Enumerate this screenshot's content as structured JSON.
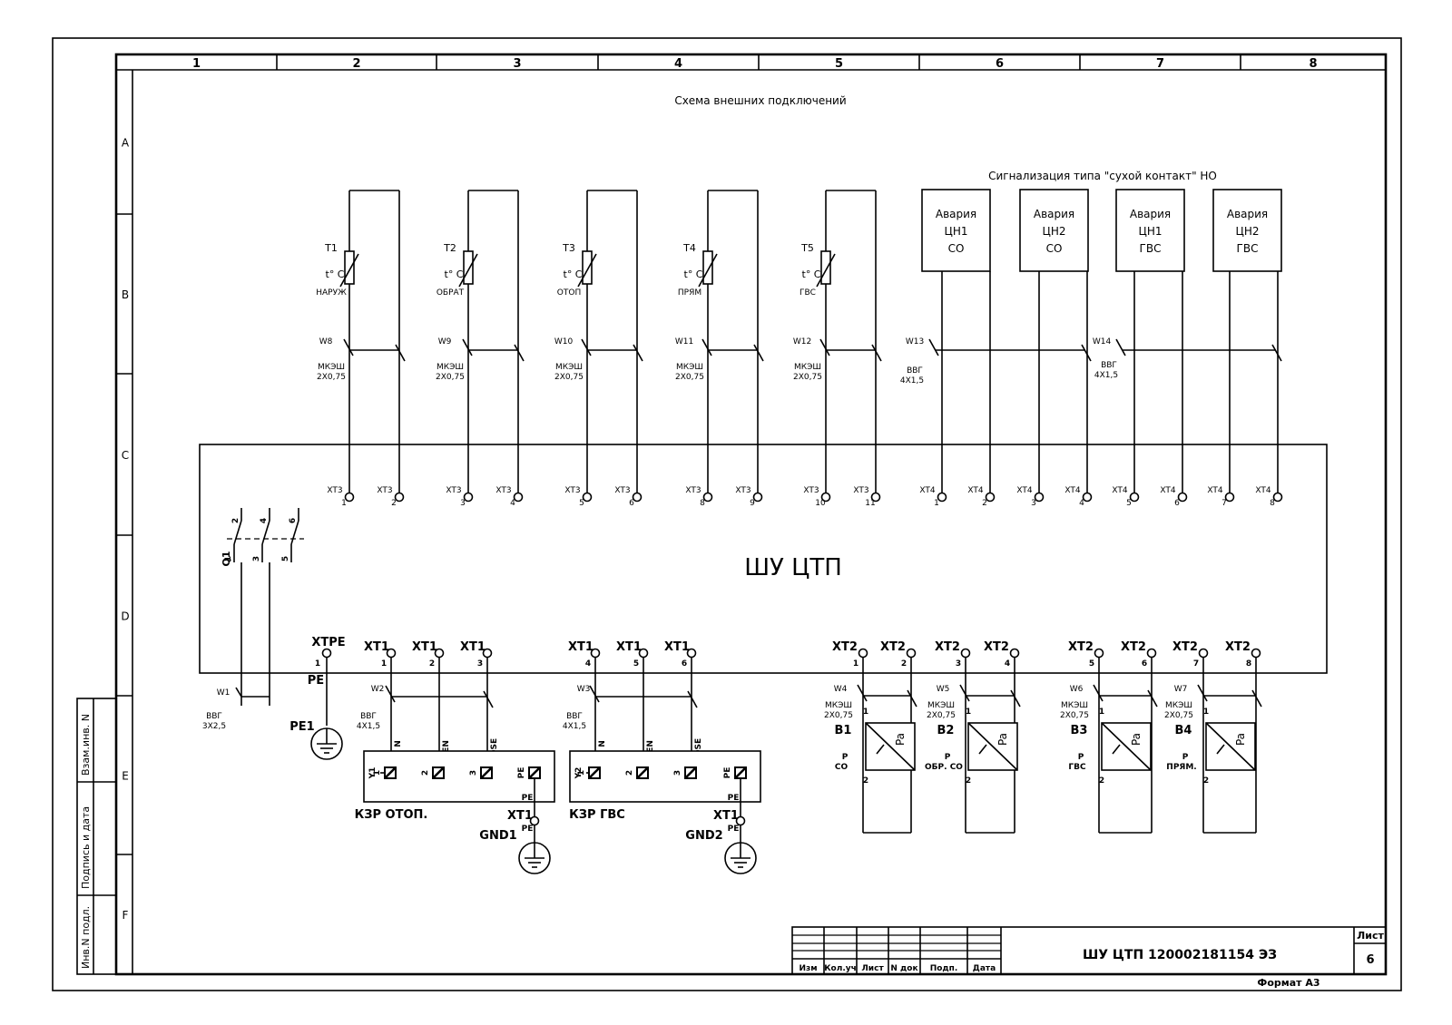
{
  "title": "Схема внешних подключений",
  "cabinet_label": "ШУ ЦТП",
  "signal_caption": "Сигнализация типа \"сухой контакт\" НО",
  "columns": [
    "1",
    "2",
    "3",
    "4",
    "5",
    "6",
    "7",
    "8"
  ],
  "rows": [
    "A",
    "B",
    "C",
    "D",
    "E",
    "F"
  ],
  "sensors": [
    {
      "id": "T1",
      "sym": "t° C",
      "name": "НАРУЖ",
      "cable": "W8",
      "type": "МКЭШ",
      "cores": "2X0,75",
      "terms": [
        {
          "tag": "XT3",
          "num": "1"
        },
        {
          "tag": "XT3",
          "num": "2"
        }
      ]
    },
    {
      "id": "T2",
      "sym": "t° C",
      "name": "ОБРАТ",
      "cable": "W9",
      "type": "МКЭШ",
      "cores": "2X0,75",
      "terms": [
        {
          "tag": "XT3",
          "num": "3"
        },
        {
          "tag": "XT3",
          "num": "4"
        }
      ]
    },
    {
      "id": "T3",
      "sym": "t° C",
      "name": "ОТОП",
      "cable": "W10",
      "type": "МКЭШ",
      "cores": "2X0,75",
      "terms": [
        {
          "tag": "XT3",
          "num": "5"
        },
        {
          "tag": "XT3",
          "num": "6"
        }
      ]
    },
    {
      "id": "T4",
      "sym": "t° C",
      "name": "ПРЯМ",
      "cable": "W11",
      "type": "МКЭШ",
      "cores": "2X0,75",
      "terms": [
        {
          "tag": "XT3",
          "num": "8"
        },
        {
          "tag": "XT3",
          "num": "9"
        }
      ]
    },
    {
      "id": "T5",
      "sym": "t° C",
      "name": "ГВС",
      "cable": "W12",
      "type": "МКЭШ",
      "cores": "2X0,75",
      "terms": [
        {
          "tag": "XT3",
          "num": "10"
        },
        {
          "tag": "XT3",
          "num": "11"
        }
      ]
    }
  ],
  "alarms": [
    {
      "lines": [
        "Авария",
        "ЦН1",
        "СО"
      ]
    },
    {
      "lines": [
        "Авария",
        "ЦН2",
        "СО"
      ]
    },
    {
      "lines": [
        "Авария",
        "ЦН1",
        "ГВС"
      ]
    },
    {
      "lines": [
        "Авария",
        "ЦН2",
        "ГВС"
      ]
    }
  ],
  "alarm_cables": [
    {
      "name": "W13",
      "type": "ВВГ",
      "cores": "4X1,5"
    },
    {
      "name": "W14",
      "type": "ВВГ",
      "cores": "4X1,5"
    }
  ],
  "xt4_terminals": [
    {
      "tag": "XT4",
      "num": "1"
    },
    {
      "tag": "XT4",
      "num": "2"
    },
    {
      "tag": "XT4",
      "num": "3"
    },
    {
      "tag": "XT4",
      "num": "4"
    },
    {
      "tag": "XT4",
      "num": "5"
    },
    {
      "tag": "XT4",
      "num": "6"
    },
    {
      "tag": "XT4",
      "num": "7"
    },
    {
      "tag": "XT4",
      "num": "8"
    }
  ],
  "breaker": {
    "id": "Q1",
    "pins_top": [
      "2",
      "4",
      "6"
    ],
    "pins_bottom": [
      "1",
      "3",
      "5"
    ]
  },
  "power": {
    "cable": "W1",
    "type": "ВВГ",
    "cores": "3X2,5",
    "pe_tag": "XTPE",
    "pe_num": "1",
    "pe_label": "PE",
    "ground": "PE1"
  },
  "xt1_terminals": [
    {
      "tag": "XT1",
      "num": "1"
    },
    {
      "tag": "XT1",
      "num": "2"
    },
    {
      "tag": "XT1",
      "num": "3"
    },
    {
      "tag": "XT1",
      "num": "4"
    },
    {
      "tag": "XT1",
      "num": "5"
    },
    {
      "tag": "XT1",
      "num": "6"
    }
  ],
  "valves": [
    {
      "name": "КЗР ОТОП.",
      "cable": "W2",
      "type": "ВВГ",
      "cores": "4X1,5",
      "wires": [
        "N",
        "OPEN",
        "CLOSE"
      ],
      "pins": [
        "1",
        "2",
        "3",
        "PE"
      ],
      "pin1": "Y1",
      "pe": "PE",
      "gnd_tag": "XT1",
      "gnd_pe": "PE",
      "ground": "GND1"
    },
    {
      "name": "КЗР ГВС",
      "cable": "W3",
      "type": "ВВГ",
      "cores": "4X1,5",
      "wires": [
        "N",
        "OPEN",
        "CLOSE"
      ],
      "pins": [
        "1",
        "2",
        "3",
        "PE"
      ],
      "pin1": "Y2",
      "pe": "PE",
      "gnd_tag": "XT1",
      "gnd_pe": "PE",
      "ground": "GND2"
    }
  ],
  "xt2_terminals": [
    {
      "tag": "XT2",
      "num": "1"
    },
    {
      "tag": "XT2",
      "num": "2"
    },
    {
      "tag": "XT2",
      "num": "3"
    },
    {
      "tag": "XT2",
      "num": "4"
    },
    {
      "tag": "XT2",
      "num": "5"
    },
    {
      "tag": "XT2",
      "num": "6"
    },
    {
      "tag": "XT2",
      "num": "7"
    },
    {
      "tag": "XT2",
      "num": "8"
    }
  ],
  "pressure": [
    {
      "id": "B1",
      "cable": "W4",
      "type": "МКЭШ",
      "cores": "2X0,75",
      "p": "P",
      "name": "СО",
      "unit": "Pa"
    },
    {
      "id": "B2",
      "cable": "W5",
      "type": "МКЭШ",
      "cores": "2X0,75",
      "p": "P",
      "name": "ОБР. СО",
      "unit": "Pa"
    },
    {
      "id": "B3",
      "cable": "W6",
      "type": "МКЭШ",
      "cores": "2X0,75",
      "p": "P",
      "name": "ГВС",
      "unit": "Pa"
    },
    {
      "id": "B4",
      "cable": "W7",
      "type": "МКЭШ",
      "cores": "2X0,75",
      "p": "P",
      "name": "ПРЯМ.",
      "unit": "Pa"
    }
  ],
  "side_stamp": [
    "Взам.инв. N",
    "Подпись и дата",
    "Инв.N подл."
  ],
  "stamp": {
    "cols": [
      "Изм",
      "Кол.уч",
      "Лист",
      "N док",
      "Подп.",
      "Дата"
    ],
    "document": "ШУ ЦТП 120002181154   ЭЗ",
    "sheet_label": "Лист",
    "sheet_num": "6",
    "format": "Формат А3"
  }
}
